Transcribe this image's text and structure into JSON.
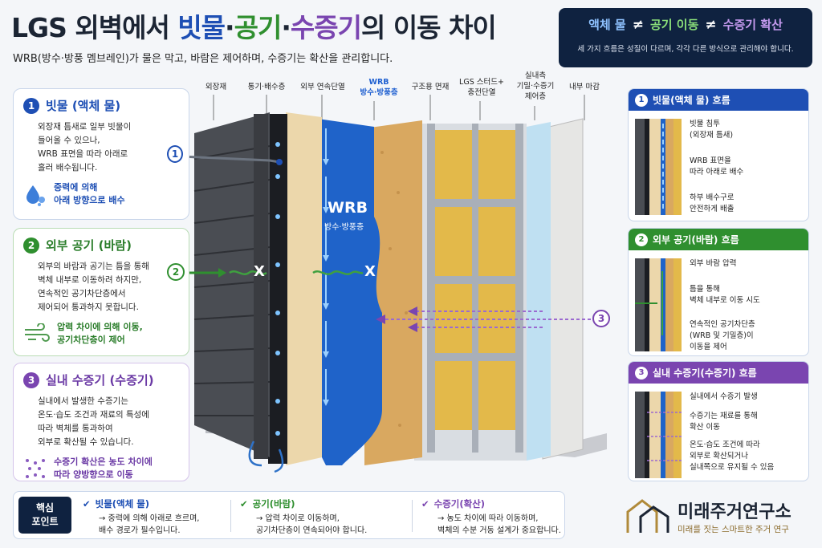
{
  "title": {
    "part1": "LGS 외벽에서 ",
    "water": "빗물",
    "dot1": "·",
    "air": "공기",
    "dot2": "·",
    "vapor": "수증기",
    "part2": "의 이동 차이"
  },
  "subtitle": "WRB(방수·방풍 멤브레인)가 물은 막고, 바람은 제어하며, 수증기는 확산을 관리합니다.",
  "topbox": {
    "item1": "액체 물",
    "neq": "≠",
    "item2": "공기 이동",
    "item3": "수증기 확산",
    "desc": "세 가지 흐름은 성질이 다르며, 각각 다른 방식으로 관리해야 합니다."
  },
  "cards": [
    {
      "num": "1",
      "title": "빗물 (액체 물)",
      "body": [
        "외장재 틈새로 일부 빗물이",
        "들어올 수 있으나,",
        "WRB 표면을 따라 아래로",
        "흘러 배수됩니다."
      ],
      "note": [
        "중력에 의해",
        "아래 방향으로 배수"
      ],
      "icon": "water-drop-icon"
    },
    {
      "num": "2",
      "title": "외부 공기 (바람)",
      "body": [
        "외부의 바람과 공기는 틈을 통해",
        "벽체 내부로 이동하려 하지만,",
        "연속적인 공기차단층에서",
        "제어되어 통과하지 못합니다."
      ],
      "note": [
        "압력 차이에 의해 이동,",
        "공기차단층이 제어"
      ],
      "icon": "wind-icon"
    },
    {
      "num": "3",
      "title": "실내 수증기 (수증기)",
      "body": [
        "실내에서 발생한 수증기는",
        "온도·습도 조건과 재료의 특성에",
        "따라 벽체를 통과하여",
        "외부로 확산될 수 있습니다."
      ],
      "note": [
        "수증기 확산은 농도 차이에",
        "따라 양방향으로 이동"
      ],
      "icon": "vapor-dots-icon"
    }
  ],
  "layers": [
    {
      "label": "외장재"
    },
    {
      "label": "통기·배수층"
    },
    {
      "label": "외부 연속단열"
    },
    {
      "label": "WRB\n방수·방풍층"
    },
    {
      "label": "구조용 면재"
    },
    {
      "label": "LGS 스터드+\n충전단열"
    },
    {
      "label": "실내측\n기밀·수증기\n제어층"
    },
    {
      "label": "내부 마감"
    }
  ],
  "wrb_big": "WRB",
  "wrb_small": "방수·방풍층",
  "markers": {
    "m1": "1",
    "m2": "2",
    "m3": "3",
    "x": "X"
  },
  "right_panels": [
    {
      "num": "1",
      "title": "빗물(액체 물) 흐름",
      "color": "#1e4fb4",
      "items": [
        "빗물 침투\n(외장재 틈새)",
        "WRB 표면을\n따라 아래로 배수",
        "하부 배수구로\n안전하게 배출"
      ]
    },
    {
      "num": "2",
      "title": "외부 공기(바람) 흐름",
      "color": "#2f8f2f",
      "items": [
        "외부 바람 압력",
        "틈을 통해\n벽체 내부로 이동 시도",
        "연속적인 공기차단층\n(WRB 및 기밀층)이\n이동을 제어"
      ]
    },
    {
      "num": "3",
      "title": "실내 수증기(수증기) 흐름",
      "color": "#7a45b0",
      "items": [
        "실내에서 수증기 발생",
        "수증기는 재료를 통해\n확산 이동",
        "온도·습도 조건에 따라\n외부로 확산되거나\n실내쪽으로 유지될 수 있음"
      ]
    }
  ],
  "bottom": {
    "label": "핵심\n포인트",
    "cols": [
      {
        "title": "빗물(액체 물)",
        "desc": "→ 중력에 의해 아래로 흐르며,\n배수 경로가 필수입니다.",
        "color": "#1e4fb4"
      },
      {
        "title": "공기(바람)",
        "desc": "→ 압력 차이로 이동하며,\n공기차단층이 연속되어야 합니다.",
        "color": "#2f8f2f"
      },
      {
        "title": "수증기(확산)",
        "desc": "→ 농도 차이에 따라 이동하며,\n벽체의 수분 거동 설계가 중요합니다.",
        "color": "#7a45b0"
      }
    ]
  },
  "logo": {
    "name": "미래주거연구소",
    "slogan": "미래를 짓는 스마트한 주거 연구"
  },
  "colors": {
    "water": "#1e4fb4",
    "air": "#2f8f2f",
    "vapor": "#7a45b0",
    "navy": "#0f2240"
  }
}
